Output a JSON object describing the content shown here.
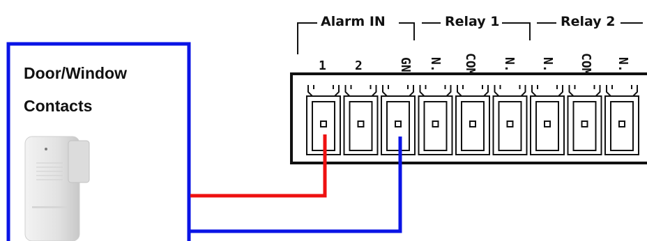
{
  "device_box": {
    "title_line1": "Door/Window",
    "title_line2": "Contacts",
    "border_color": "#0a14e6"
  },
  "connector": {
    "group_labels": {
      "alarm_in": "Alarm IN",
      "relay1": "Relay 1",
      "relay2": "Relay 2"
    },
    "pin_labels": [
      "1",
      "2",
      "GND",
      "N.C",
      "COM",
      "N.O",
      "N.C",
      "COM",
      "N.O"
    ]
  },
  "wires": {
    "signal_color": "#ee1111",
    "ground_color": "#0a14e6"
  }
}
